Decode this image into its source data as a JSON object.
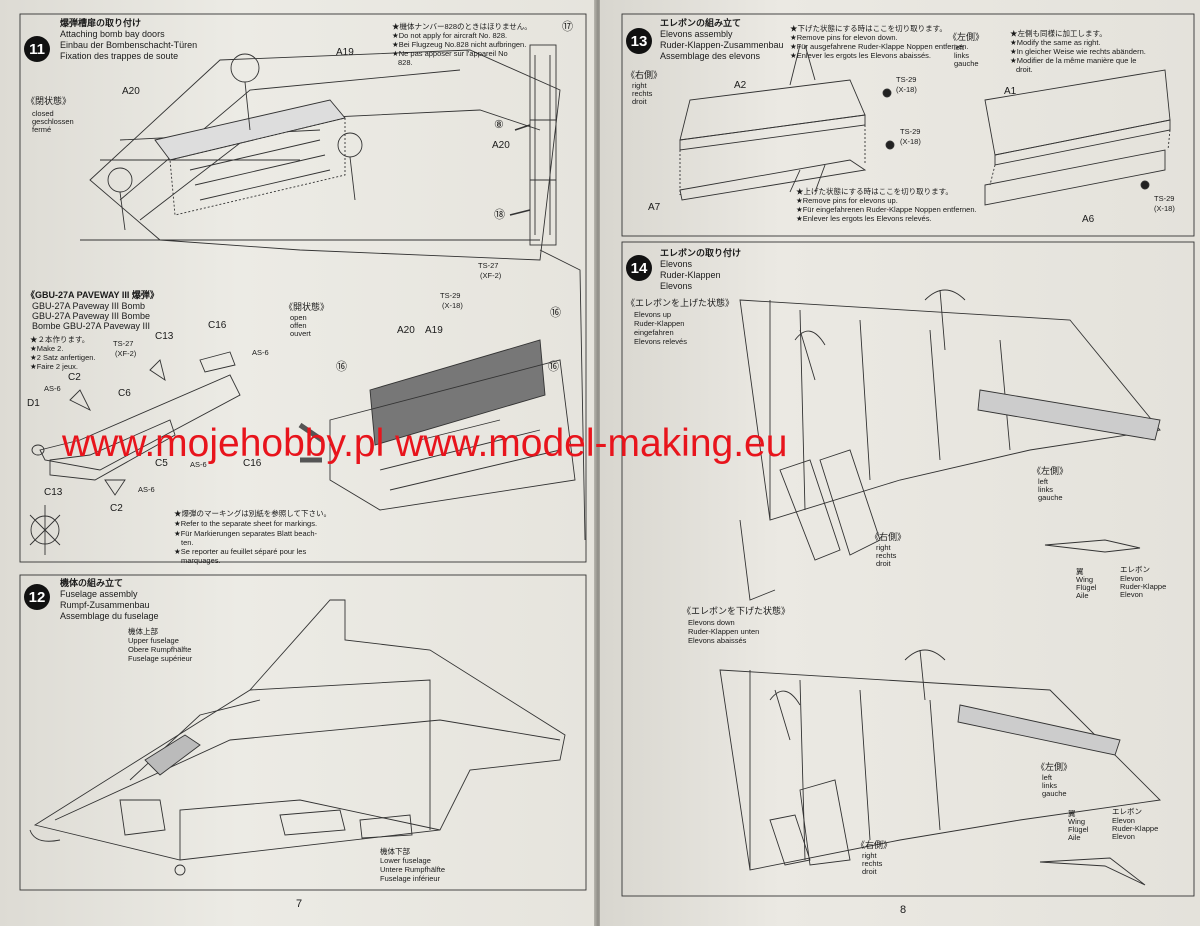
{
  "watermark": "www.mojehobby.pl www.model-making.eu",
  "page_left": "7",
  "page_right": "8",
  "step11": {
    "num": "11",
    "jp": "爆弾槽扉の取り付け",
    "en": "Attaching bomb bay doors",
    "de": "Einbau der Bombenschacht-Türen",
    "fr": "Fixation des trappes de soute",
    "note_jp": "★機体ナンバー828のときはほりません。",
    "note_en": "★Do not apply for aircraft No. 828.",
    "note_de": "★Bei Flugzeug No.828 nicht aufbringen.",
    "note_fr1": "★Ne pas apposer sur l'appareil No",
    "note_fr2": "828.",
    "closed_jp": "《閉状態》",
    "closed_en": "closed",
    "closed_de": "geschlossen",
    "closed_fr": "fermé",
    "label_a20": "A20",
    "label_a19": "A19",
    "label_a20b": "A20",
    "mark8": "⑧",
    "mark17": "⑰",
    "mark18": "⑱"
  },
  "bomb": {
    "title_jp": "《GBU-27A PAVEWAY III 爆弾》",
    "en": "GBU-27A Paveway III Bomb",
    "de": "GBU-27A Paveway III Bombe",
    "fr": "Bombe GBU-27A Paveway III",
    "make_jp": "★２本作ります。",
    "make_en": "★Make 2.",
    "make_de": "★2 Satz anfertigen.",
    "make_fr": "★Faire 2 jeux.",
    "open_jp": "《開状態》",
    "open_en": "open",
    "open_de": "offen",
    "open_fr": "ouvert",
    "ts27": "TS-27",
    "xf2": "(XF-2)",
    "ts27b": "TS-27",
    "xf2b": "(XF-2)",
    "ts29": "TS-29",
    "x18": "(X-18)",
    "c13": "C13",
    "c16": "C16",
    "as6a": "AS-6",
    "c2": "C2",
    "as6b": "AS-6",
    "c6": "C6",
    "d1": "D1",
    "c5": "C5",
    "as6c": "AS-6",
    "c16b": "C16",
    "as6d": "AS-6",
    "c13b": "C13",
    "c2b": "C2",
    "a20": "A20",
    "a19": "A19",
    "m16a": "⑯",
    "m16b": "⑯",
    "m16c": "⑯",
    "mark_jp": "★爆弾のマーキングは別紙を参照して下さい。",
    "mark_en": "★Refer to the separate sheet for markings.",
    "mark_de1": "★Für Markierungen separates Blatt beach-",
    "mark_de2": "ten.",
    "mark_fr1": "★Se reporter au feuillet séparé pour les",
    "mark_fr2": "marquages."
  },
  "step12": {
    "num": "12",
    "jp": "機体の組み立て",
    "en": "Fuselage assembly",
    "de": "Rumpf-Zusammenbau",
    "fr": "Assemblage du fuselage",
    "upper_jp": "機体上部",
    "upper_en": "Upper fuselage",
    "upper_de": "Obere Rumpfhälfte",
    "upper_fr": "Fuselage supérieur",
    "lower_jp": "機体下部",
    "lower_en": "Lower fuselage",
    "lower_de": "Untere Rumpfhälfte",
    "lower_fr": "Fuselage inférieur"
  },
  "step13": {
    "num": "13",
    "jp": "エレボンの組み立て",
    "en": "Elevons assembly",
    "de": "Ruder-Klappen-Zusammenbau",
    "fr": "Assemblage des elevons",
    "down_jp": "★下げた状態にする時はここを切り取ります。",
    "down_en": "★Remove pins for elevon down.",
    "down_de": "★Für ausgefahrene Ruder-Klappe Noppen entfernen.",
    "down_fr": "★Enlever les ergots les Elevons abaissés.",
    "left_jp": "《左側》",
    "left_en": "left",
    "left_de": "links",
    "left_fr": "gauche",
    "same_jp": "★左側も同様に加工します。",
    "same_en": "★Modify the same as right.",
    "same_de": "★In gleicher Weise wie rechts abändern.",
    "same_fr1": "★Modifier de la même manière que le",
    "same_fr2": "droit.",
    "right_jp": "《右側》",
    "right_en": "right",
    "right_de": "rechts",
    "right_fr": "droit",
    "a2": "A2",
    "a1": "A1",
    "a7": "A7",
    "a6": "A6",
    "ts29a": "TS-29",
    "x18a": "(X-18)",
    "ts29b": "TS-29",
    "x18b": "(X-18)",
    "ts29c": "TS-29",
    "x18c": "(X-18)",
    "up_jp": "★上げた状態にする時はここを切り取ります。",
    "up_en": "★Remove pins for elevons up.",
    "up_de": "★Für eingefahrenen Ruder-Klappe Noppen entfernen.",
    "up_fr": "★Enlever les ergots les Elevons relevés."
  },
  "step14": {
    "num": "14",
    "jp": "エレボンの取り付け",
    "en": "Elevons",
    "de": "Ruder-Klappen",
    "fr": "Elevons",
    "up_jp": "《エレボンを上げた状態》",
    "up_en": "Elevons up",
    "up_de": "Ruder-Klappen",
    "up_de2": "eingefahren",
    "up_fr": "Elevons relevés",
    "left_jp": "《左側》",
    "left_en": "left",
    "left_de": "links",
    "left_fr": "gauche",
    "right_jp": "《右側》",
    "right_en": "right",
    "right_de": "rechts",
    "right_fr": "droit",
    "wing_jp": "翼",
    "wing_en": "Wing",
    "wing_de": "Flügel",
    "wing_fr": "Aile",
    "elevon_jp": "エレボン",
    "elevon_en": "Elevon",
    "elevon_de": "Ruder-Klappe",
    "elevon_fr": "Elevon",
    "down_jp": "《エレボンを下げた状態》",
    "down_en": "Elevons down",
    "down_de": "Ruder-Klappen unten",
    "down_fr": "Elevons abaissés",
    "left2_jp": "《左側》",
    "left2_en": "left",
    "left2_de": "links",
    "left2_fr": "gauche",
    "right2_jp": "《右側》",
    "right2_en": "right",
    "right2_de": "rechts",
    "right2_fr": "droit",
    "wing2_jp": "翼",
    "wing2_en": "Wing",
    "wing2_de": "Flügel",
    "wing2_fr": "Aile",
    "elevon2_jp": "エレボン",
    "elevon2_en": "Elevon",
    "elevon2_de": "Ruder-Klappe",
    "elevon2_fr": "Elevon"
  }
}
